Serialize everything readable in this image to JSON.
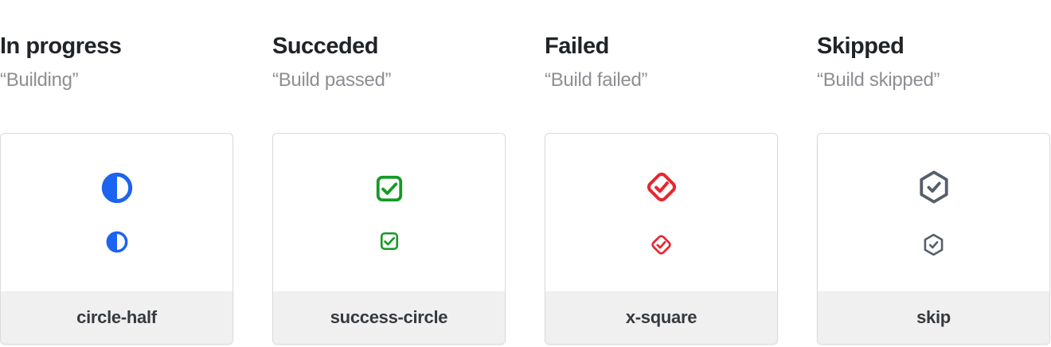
{
  "page": {
    "background": "#FFFFFF"
  },
  "colors": {
    "title_text": "#202327",
    "quote_text": "#8E8E93",
    "card_border": "#DBDBDB",
    "footer_bg": "#F0F0F1",
    "footer_text": "#363A3E",
    "in_progress_blue": "#1B63F0",
    "succeeded_green": "#149A24",
    "failed_red": "#E8262D",
    "skipped_slate": "#565E6A"
  },
  "columns": [
    {
      "title": "In progress",
      "quote": "“Building”",
      "icon": "circle-half-icon",
      "icon_label": "circle-half",
      "color": "#1B63F0"
    },
    {
      "title": "Succeded",
      "quote": "“Build passed”",
      "icon": "check-square-icon",
      "icon_label": "success-circle",
      "color": "#149A24"
    },
    {
      "title": "Failed",
      "quote": "“Build failed”",
      "icon": "check-diamond-icon",
      "icon_label": "x-square",
      "color": "#E8262D"
    },
    {
      "title": "Skipped",
      "quote": "“Build skipped”",
      "icon": "check-hexagon-icon",
      "icon_label": "skip",
      "color": "#565E6A"
    }
  ]
}
